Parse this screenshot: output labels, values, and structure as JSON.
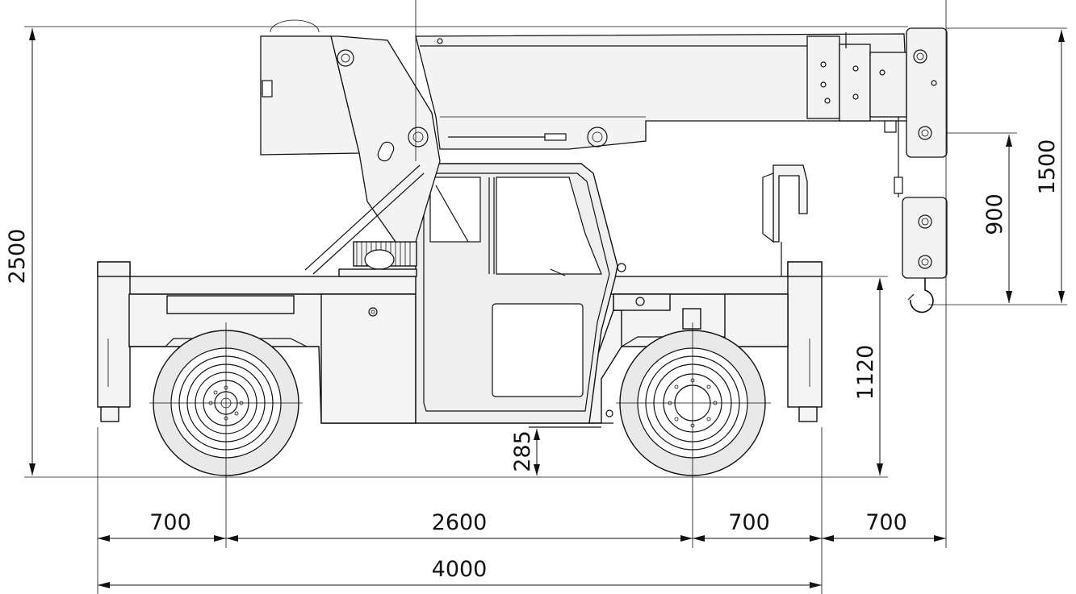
{
  "dimensions": {
    "overall_height": "2500",
    "hook_height": "1500",
    "hook_block": "900",
    "deck_height": "1120",
    "ground_clearance": "285",
    "front_overhang": "700",
    "wheelbase": "2600",
    "rear_overhang": "700",
    "boom_tip_overhang": "700",
    "overall_length": "4000"
  },
  "colors": {
    "line": "#111111",
    "background": "#ffffff",
    "fill": "#f0f0f0"
  }
}
